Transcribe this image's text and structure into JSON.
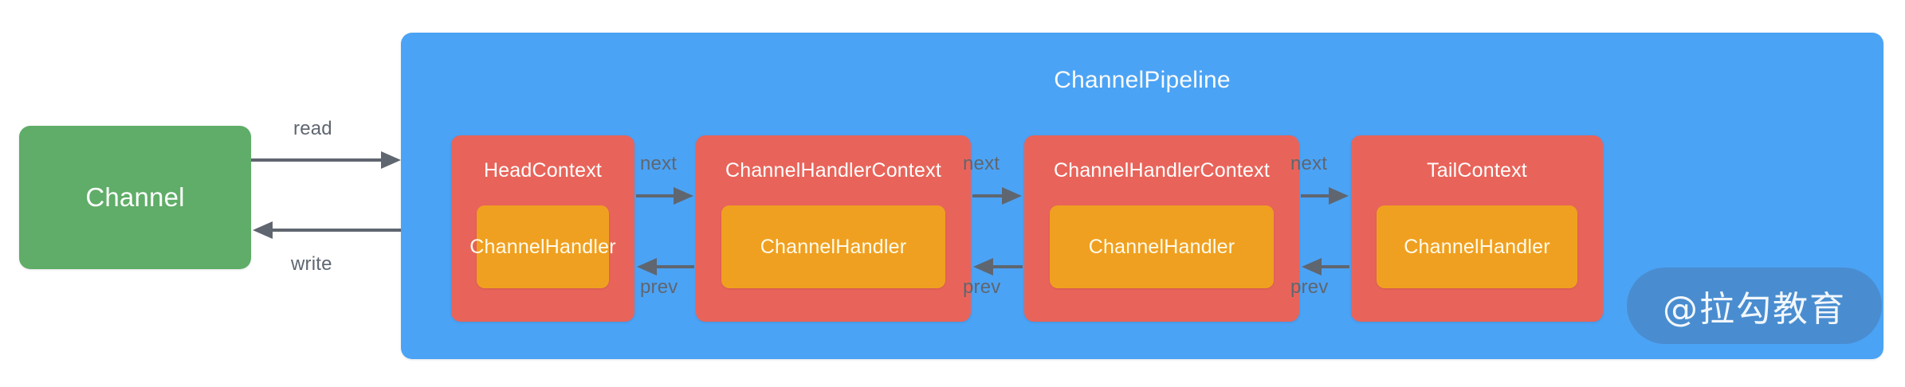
{
  "diagram": {
    "title": "Netty ChannelPipeline",
    "channel": {
      "label": "Channel",
      "color": "#5FAD68"
    },
    "pipeline": {
      "title": "ChannelPipeline",
      "color": "#4BA3F5"
    },
    "context_color": "#E8645A",
    "handler_color": "#F0A020",
    "arrow_color": "#5F6670",
    "contexts": [
      {
        "title": "HeadContext",
        "handler": "ChannelHandler"
      },
      {
        "title": "ChannelHandlerContext",
        "handler": "ChannelHandler"
      },
      {
        "title": "ChannelHandlerContext",
        "handler": "ChannelHandler"
      },
      {
        "title": "TailContext",
        "handler": "ChannelHandler"
      }
    ],
    "edges": {
      "channel_to_pipeline": "read",
      "pipeline_to_channel": "write",
      "forward": "next",
      "backward": "prev"
    },
    "next_labels": [
      "next",
      "next",
      "next"
    ],
    "prev_labels": [
      "prev",
      "prev",
      "prev"
    ],
    "watermark": "@拉勾教育"
  }
}
